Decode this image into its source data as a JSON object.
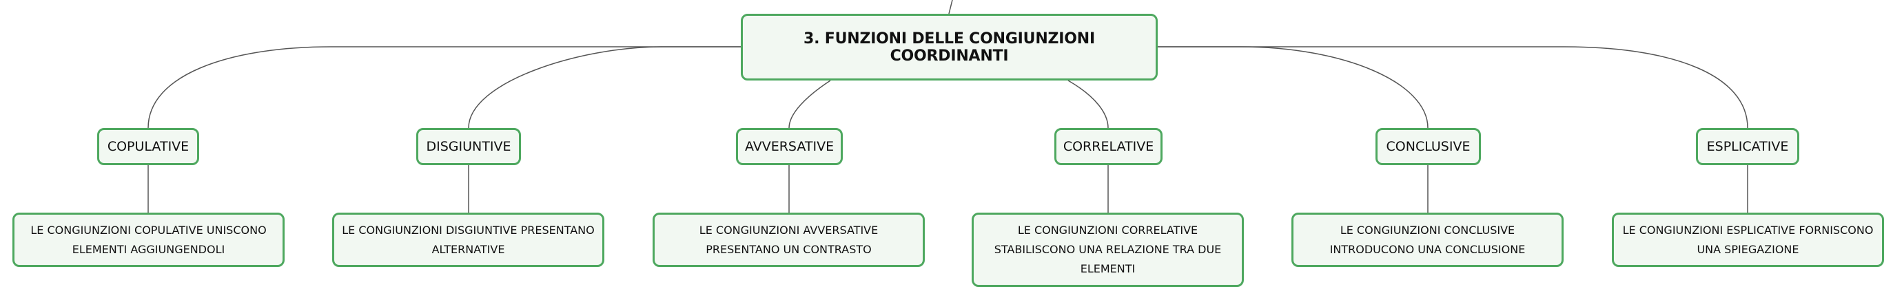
{
  "root": {
    "title": "3. FUNZIONI DELLE CONGIUNZIONI COORDINANTI"
  },
  "branches": [
    {
      "category": "COPULATIVE",
      "description": "LE CONGIUNZIONI COPULATIVE UNISCONO ELEMENTI AGGIUNGENDOLI"
    },
    {
      "category": "DISGIUNTIVE",
      "description": "LE CONGIUNZIONI DISGIUNTIVE PRESENTANO ALTERNATIVE"
    },
    {
      "category": "AVVERSATIVE",
      "description": "LE CONGIUNZIONI AVVERSATIVE PRESENTANO UN CONTRASTO"
    },
    {
      "category": "CORRELATIVE",
      "description": "LE CONGIUNZIONI CORRELATIVE STABILISCONO UNA RELAZIONE TRA DUE ELEMENTI"
    },
    {
      "category": "CONCLUSIVE",
      "description": "LE CONGIUNZIONI CONCLUSIVE INTRODUCONO UNA CONCLUSIONE"
    },
    {
      "category": "ESPLICATIVE",
      "description": "LE CONGIUNZIONI ESPLICATIVE FORNISCONO UNA SPIEGAZIONE"
    }
  ],
  "colors": {
    "node_border": "#4ea85f",
    "node_fill": "#f2f8f2",
    "connector": "#555555"
  }
}
